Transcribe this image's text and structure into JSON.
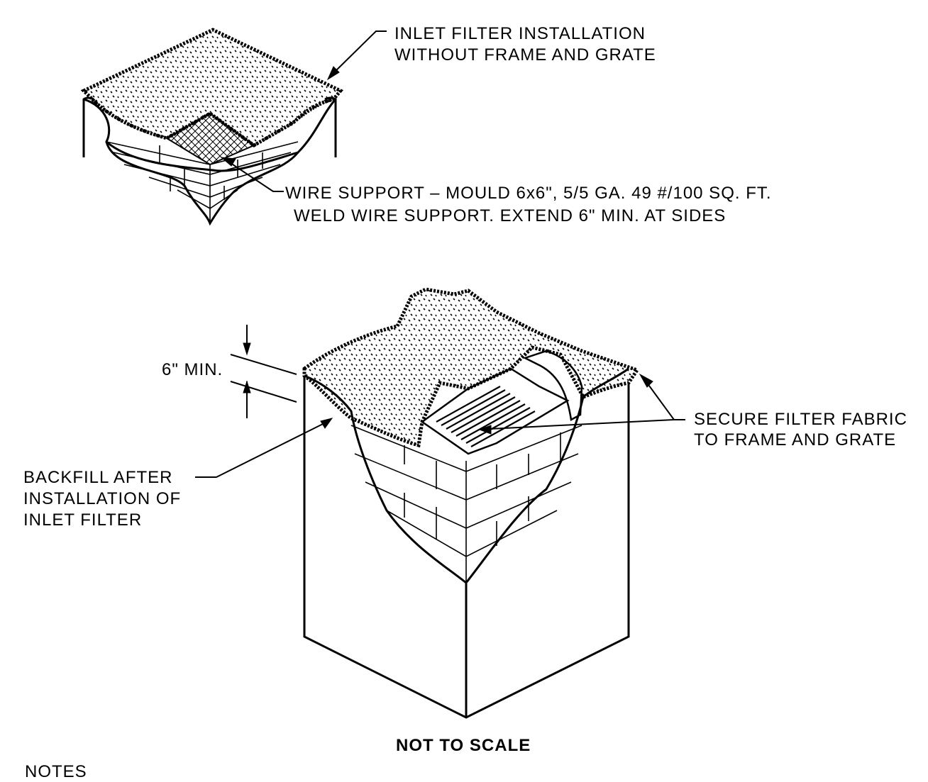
{
  "labels": {
    "inlet_filter_line1": "INLET FILTER INSTALLATION",
    "inlet_filter_line2": "WITHOUT FRAME AND GRATE",
    "wire_support_line1": "WIRE SUPPORT – MOULD 6x6\", 5/5 GA. 49 #/100 SQ. FT.",
    "wire_support_line2": "WELD WIRE SUPPORT. EXTEND 6\" MIN. AT SIDES",
    "dimension": "6\" MIN.",
    "secure_line1": "SECURE FILTER FABRIC",
    "secure_line2": "TO FRAME AND GRATE",
    "backfill_line1": "BACKFILL AFTER",
    "backfill_line2": "INSTALLATION OF",
    "backfill_line3": "INLET FILTER",
    "scale_note": "NOT TO SCALE",
    "notes_heading": "NOTES"
  },
  "colors": {
    "ink": "#000000",
    "paper": "#ffffff"
  }
}
